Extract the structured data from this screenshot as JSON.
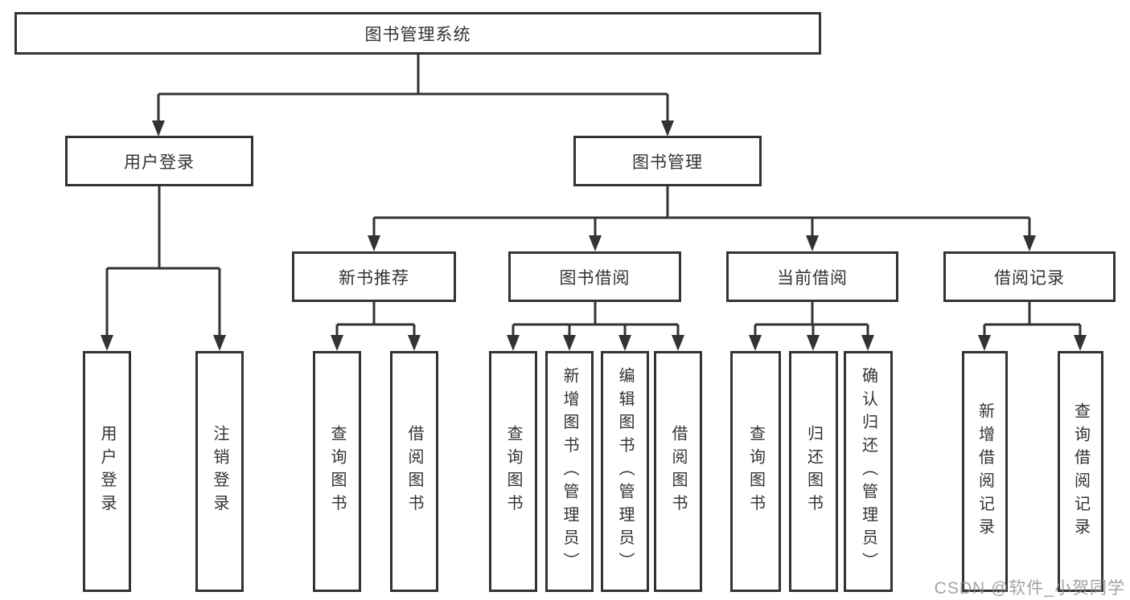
{
  "diagram": {
    "root": "图书管理系统",
    "branches": [
      {
        "label": "用户登录",
        "children": [
          {
            "label": "用户登录"
          },
          {
            "label": "注销登录"
          }
        ]
      },
      {
        "label": "图书管理",
        "children": [
          {
            "label": "新书推荐",
            "children": [
              {
                "label": "查询图书"
              },
              {
                "label": "借阅图书"
              }
            ]
          },
          {
            "label": "图书借阅",
            "children": [
              {
                "label": "查询图书"
              },
              {
                "label": "新增图书（管理员）"
              },
              {
                "label": "编辑图书（管理员）"
              },
              {
                "label": "借阅图书"
              }
            ]
          },
          {
            "label": "当前借阅",
            "children": [
              {
                "label": "查询图书"
              },
              {
                "label": "归还图书"
              },
              {
                "label": "确认归还（管理员）"
              }
            ]
          },
          {
            "label": "借阅记录",
            "children": [
              {
                "label": "新增借阅记录"
              },
              {
                "label": "查询借阅记录"
              }
            ]
          }
        ]
      }
    ]
  },
  "watermark": "CSDN @软件_小贺同学",
  "colors": {
    "line": "#333333",
    "text": "#333333",
    "background": "#ffffff",
    "watermark": "#8d8d8d"
  }
}
